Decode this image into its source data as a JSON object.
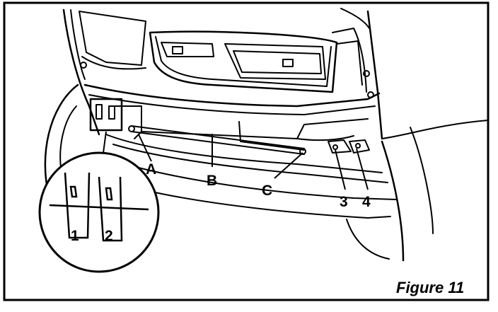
{
  "figure": {
    "caption": "Figure 11",
    "callouts": {
      "a": "A",
      "b": "B",
      "c": "C",
      "n3": "3",
      "n4": "4"
    },
    "inset": {
      "n1": "1",
      "n2": "2"
    }
  }
}
